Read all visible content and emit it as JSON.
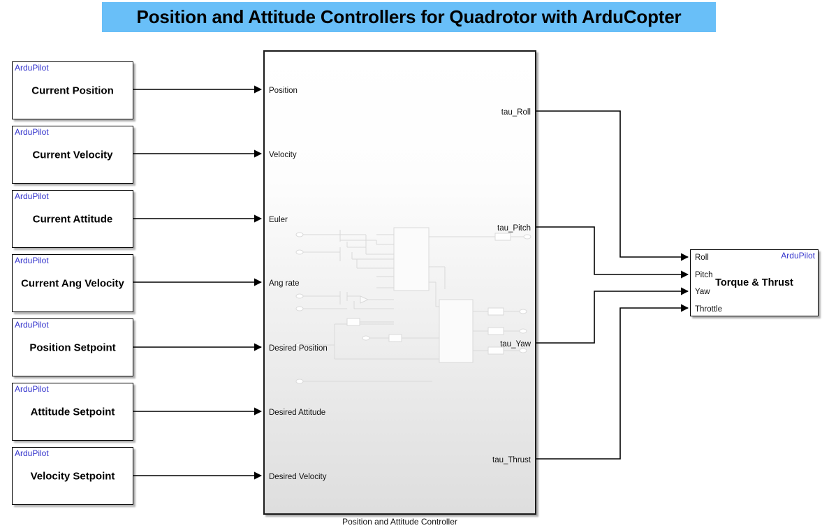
{
  "title": {
    "text": "Position and Attitude Controllers for Quadrotor with ArduCopter",
    "banner_color": "#69BFF8"
  },
  "colors": {
    "ardupilot_tag": "#3333CC",
    "block_border": "#000000",
    "wire": "#000000",
    "subsystem_preview": "#d8d8d8"
  },
  "source_blocks": [
    {
      "tag": "ArduPilot",
      "title": "Current Position"
    },
    {
      "tag": "ArduPilot",
      "title": "Current Velocity"
    },
    {
      "tag": "ArduPilot",
      "title": "Current Attitude"
    },
    {
      "tag": "ArduPilot",
      "title": "Current Ang Velocity"
    },
    {
      "tag": "ArduPilot",
      "title": "Position Setpoint"
    },
    {
      "tag": "ArduPilot",
      "title": "Attitude Setpoint"
    },
    {
      "tag": "ArduPilot",
      "title": "Velocity Setpoint"
    }
  ],
  "controller": {
    "caption": "Position and Attitude Controller",
    "inputs": [
      {
        "label": "Position"
      },
      {
        "label": "Velocity"
      },
      {
        "label": "Euler"
      },
      {
        "label": "Ang rate"
      },
      {
        "label": "Desired Position"
      },
      {
        "label": "Desired Attitude"
      },
      {
        "label": "Desired Velocity"
      }
    ],
    "outputs": [
      {
        "label": "tau_Roll"
      },
      {
        "label": "tau_Pitch"
      },
      {
        "label": "tau_Yaw"
      },
      {
        "label": "tau_Thrust"
      }
    ]
  },
  "actuator": {
    "tag": "ArduPilot",
    "title": "Torque & Thrust",
    "inputs": [
      {
        "label": "Roll"
      },
      {
        "label": "Pitch"
      },
      {
        "label": "Yaw"
      },
      {
        "label": "Throttle"
      }
    ]
  }
}
